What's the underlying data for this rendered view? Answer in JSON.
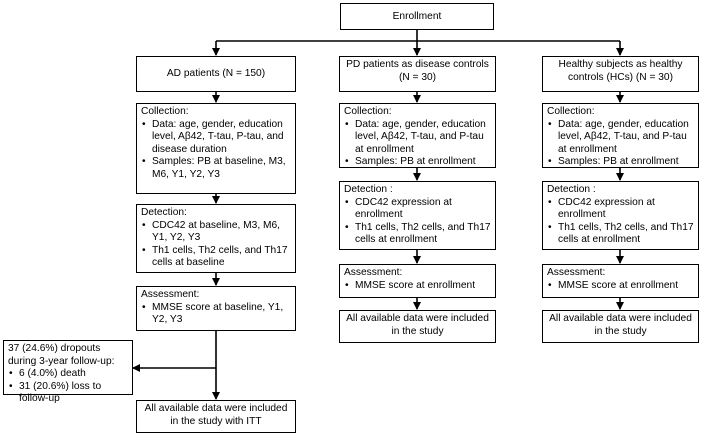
{
  "enrollment": "Enrollment",
  "ad": {
    "title": "AD patients (N = 150)",
    "collection": {
      "head": "Collection:",
      "items": [
        "Data: age, gender, education level, Aβ42, T-tau, P-tau, and disease duration",
        "Samples: PB at baseline, M3, M6, Y1, Y2, Y3"
      ]
    },
    "detection": {
      "head": "Detection:",
      "items": [
        "CDC42 at baseline, M3, M6, Y1, Y2, Y3",
        "Th1 cells, Th2 cells, and Th17 cells at baseline"
      ]
    },
    "assessment": {
      "head": "Assessment:",
      "items": [
        "MMSE score at baseline, Y1, Y2, Y3"
      ]
    },
    "dropouts": {
      "head": "37 (24.6%) dropouts during 3-year follow-up:",
      "items": [
        "6 (4.0%) death",
        "31 (20.6%) loss to follow-up"
      ]
    },
    "final": "All available data were included in the study with ITT"
  },
  "pd": {
    "title": "PD patients as disease controls (N = 30)",
    "collection": {
      "head": "Collection:",
      "items": [
        "Data: age, gender, education level, Aβ42, T-tau, and P-tau at enrollment",
        "Samples: PB at enrollment"
      ]
    },
    "detection": {
      "head": "Detection :",
      "items": [
        "CDC42 expression at enrollment",
        "Th1 cells, Th2 cells, and Th17 cells at enrollment"
      ]
    },
    "assessment": {
      "head": "Assessment:",
      "items": [
        "MMSE score at enrollment"
      ]
    },
    "final": "All available data were included in the study"
  },
  "hc": {
    "title": "Healthy subjects as healthy controls (HCs) (N = 30)",
    "collection": {
      "head": "Collection:",
      "items": [
        "Data: age, gender, education level, Aβ42, T-tau, and P-tau at enrollment",
        "Samples: PB at enrollment"
      ]
    },
    "detection": {
      "head": "Detection :",
      "items": [
        "CDC42 expression at enrollment",
        "Th1 cells, Th2 cells, and Th17 cells at enrollment"
      ]
    },
    "assessment": {
      "head": "Assessment:",
      "items": [
        "MMSE score at enrollment"
      ]
    },
    "final": "All available data were included in the study"
  }
}
